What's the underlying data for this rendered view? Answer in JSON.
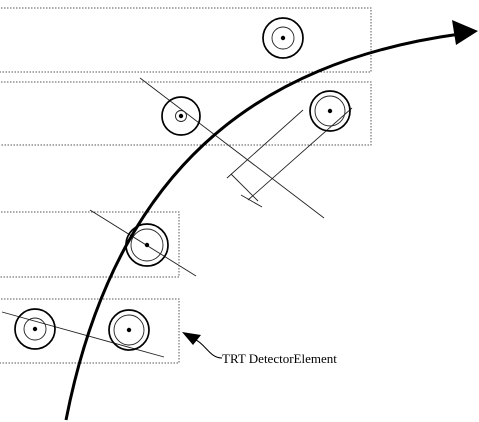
{
  "labels": {
    "detector_element": "TRT DetectorElement"
  },
  "colors": {
    "ink": "#000000",
    "box_outline": "#555555",
    "background": "#ffffff"
  },
  "elements": {
    "boxes": 4,
    "straw_tubes": 6
  }
}
